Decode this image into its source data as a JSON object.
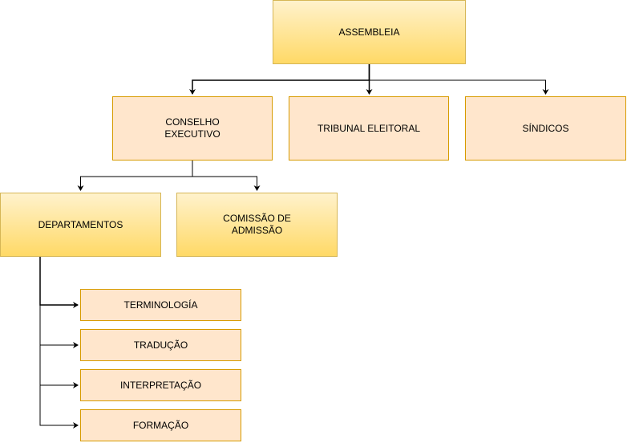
{
  "nodes": {
    "assembleia": "ASSEMBLEIA",
    "conselho": "CONSELHO\nEXECUTIVO",
    "tribunal": "TRIBUNAL ELEITORAL",
    "sindicos": "SÍNDICOS",
    "departamentos": "DEPARTAMENTOS",
    "comissao": "COMISSÃO DE\nADMISSÃO",
    "terminologia": "TERMINOLOGÍA",
    "traducao": "TRADUÇÃO",
    "interpretacao": "INTERPRETAÇÃO",
    "formacao": "FORMAÇÃO"
  },
  "colors": {
    "fill_plain": "#ffe6cc",
    "border_plain": "#d79b00",
    "gradient_top": "#fff2cc",
    "gradient_bottom": "#ffd966",
    "border_gradient": "#d6b656",
    "connector": "#000000"
  }
}
